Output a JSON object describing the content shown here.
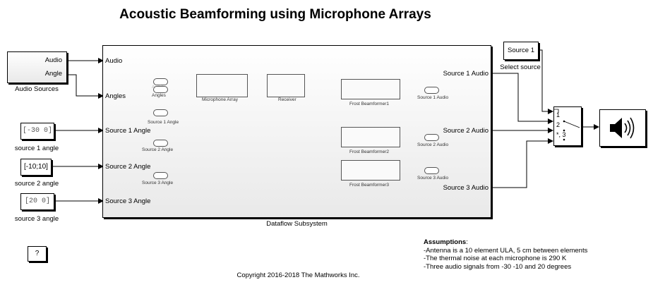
{
  "title": "Acoustic Beamforming using Microphone Arrays",
  "audio_sources": {
    "name": "Audio Sources",
    "ports": [
      "Audio",
      "Angle"
    ]
  },
  "constants": [
    {
      "name": "source 1 angle",
      "value": "[-30 0]"
    },
    {
      "name": "source 2 angle",
      "value": "[-10;10]"
    },
    {
      "name": "source 3 angle",
      "value": "[20 0]"
    }
  ],
  "subsystem": {
    "name": "Dataflow Subsystem",
    "inputs": [
      "Audio",
      "Angles",
      "Source 1 Angle",
      "Source 2 Angle",
      "Source 3 Angle"
    ],
    "outputs": [
      "Source 1 Audio",
      "Source 2 Audio",
      "Source 3 Audio"
    ],
    "inner_inports": [
      "Audio",
      "Angles",
      "Source 1 Angle",
      "Source 2 Angle",
      "Source 3 Angle"
    ],
    "inner_blocks": [
      "Microphone Array",
      "Receiver",
      "Frost Beamformer1",
      "Frost Beamformer2",
      "Frost Beamformer3"
    ],
    "inner_outports": [
      "Source 1 Audio",
      "Source 2 Audio",
      "Source 3 Audio"
    ]
  },
  "select_source": {
    "name": "Select source",
    "value": "Source 1"
  },
  "switch_ports": [
    "1",
    "2",
    "*, 3"
  ],
  "speaker": {
    "icon": "speaker-icon"
  },
  "help_button": "?",
  "assumptions": {
    "heading": "Assumptions",
    "lines": [
      "-Antenna is a 10 element ULA, 5 cm between elements",
      "-The thermal noise at each microphone is 290 K",
      "-Three audio signals from -30 -10 and 20 degrees"
    ]
  },
  "copyright": "Copyright 2016-2018 The Mathworks Inc."
}
